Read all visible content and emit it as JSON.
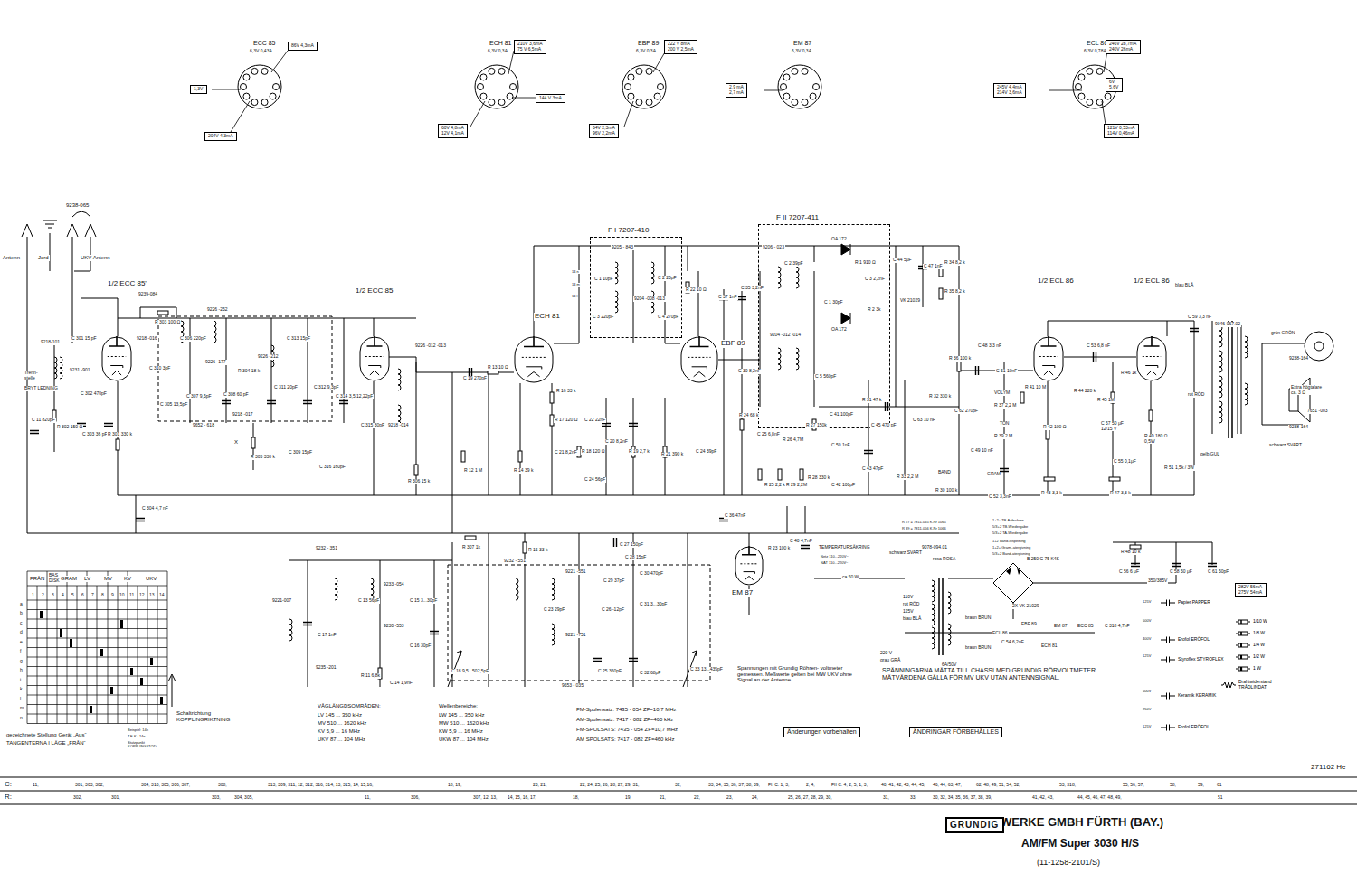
{
  "diagram": {
    "nodes": [
      {
        "text": [
          "F I 7207-410"
        ]
      },
      {
        "text": [
          "F II 7207-411"
        ]
      },
      {
        "text": [
          "1/2 ECC 85'"
        ]
      },
      {
        "text": [
          "1/2 ECC 85"
        ]
      },
      {
        "text": [
          "ECH 81"
        ]
      },
      {
        "text": [
          "EBF 89"
        ]
      },
      {
        "text": [
          "EM 87"
        ]
      },
      {
        "text": [
          "1/2 ECL 86"
        ]
      },
      {
        "text": [
          "1/2 ECL 86"
        ]
      },
      {
        "text": [
          "1,3V"
        ]
      },
      {
        "text": [
          "86V 4,3mA"
        ]
      },
      {
        "text": [
          "204V 4,3mA"
        ]
      },
      {
        "text": [
          "210V 3,6mA",
          "75 V 6,5mA"
        ]
      },
      {
        "text": [
          "144 V 3mA"
        ]
      },
      {
        "text": [
          "60V 4,8mA",
          "12V 4,1mA"
        ]
      },
      {
        "text": [
          "222 V 8mA",
          "200 V 2,5mA"
        ]
      },
      {
        "text": [
          "64V 2,3mA",
          "96V 2,2mA"
        ]
      },
      {
        "text": [
          "2,9 mA",
          "2,7 mA"
        ]
      },
      {
        "text": [
          "246V 28,7mA",
          "240V 26mA"
        ]
      },
      {
        "text": [
          "245V 4,4mA",
          "214V 3,6mA"
        ]
      },
      {
        "text": [
          "6V",
          "5,6V"
        ]
      },
      {
        "text": [
          "121V 0,53mA",
          "114V 0,46mA"
        ]
      },
      {
        "text": [
          "282V 56mA",
          "275V 54mA"
        ]
      },
      {
        "text": [
          "Änderungen vorbehalten"
        ]
      },
      {
        "text": [
          "ÄNDRINGAR FÖRBEHÅLLES"
        ]
      },
      {
        "text": [
          "GRUNDIG"
        ]
      }
    ],
    "labels": [
      "ECC 85",
      "6,3V 0,43A",
      "ECH 81",
      "6,3V 0,3A",
      "EBF 89",
      "6,3V 0,3A",
      "EM 87",
      "6,3V 0,3A",
      "ECL 86",
      "6,3V 0,78A",
      "Antenn",
      "Jord",
      "UKV Antenn",
      "9238-065",
      "Trenn- stelle",
      "BRYT LEDNING",
      "9218-101",
      "9231 -901",
      "C 301 15 pF",
      "C 302 470pF",
      "C 11 820pF",
      "R 302 150 Ω",
      "C 303 36 pF",
      "R 301 330 k",
      "9239-084",
      "R 303 100 Ω",
      "9218 -016",
      "C 306 220pF",
      "9226 -252",
      "C 310 3pF",
      "C 305 13,5pF",
      "C 307 9,5pF",
      "9226 -177",
      "R 304 18 k",
      "9226 -212",
      "C 308 60 pF",
      "9218 -017",
      "C 311 20pF",
      "C 313 15pF",
      "C 312 9,3pF",
      "C 314 3,5 12,22pF",
      "9652 - 618",
      "C 315 30pF",
      "9218 -014",
      "9226 -012 -013",
      "R 305 330 k",
      "C 309 15pF",
      "C 316 160pF",
      "X",
      "R 306 15 k",
      "C 304 4,7 nF",
      "C 19 270pF",
      "R 13 10 Ω",
      "R 12 1 M",
      "R 14 39 k",
      "R 16 33 k",
      "R 17 120 Ω",
      "C 21 8,2nF",
      "C 22 22nF",
      "C 20 8,2nF",
      "R 18 120 Ω",
      "C 24 56pF",
      "R 19 2,7 k",
      "R 21 390 k",
      "C 24 39pF",
      "R 22 10 Ω",
      "C 37 1nF",
      "C 35 3,2nF",
      "9205 - 843",
      "C 1 10pF",
      "C 2 20pF",
      "9204 -008 -013",
      "C 3 220pF",
      "C 4 270pF",
      "14 n",
      "14 m",
      "14 l",
      "9206 - 023",
      "C 2 39pF",
      "OA 172",
      "R 1 910 Ω",
      "C 1 30pF",
      "C 3 2,2nF",
      "OA 172",
      "R 2 3k",
      "9204 -012 -014",
      "C 30 8,2nF",
      "C 5 560pF",
      "C 44 5μF",
      "VK 21029",
      "C 47 1nF",
      "R 34 8,2 k",
      "R 35 8,2 k",
      "C 48 3,3 nF",
      "R 36 100 k",
      "C 51 10nF",
      "VOLYM",
      "R 37 2,2 M",
      "R 32 330 k",
      "C 62 270pF",
      "R 31 47 k",
      "C 45 470 pF",
      "C 63 10 nF",
      "TON",
      "R 39 2 M",
      "C 49 10 nF",
      "R 33 2,2 M",
      "C 43 47pF",
      "R 27 150k",
      "C 41 100pF",
      "R 26 4,7M",
      "R 24 68 k",
      "C 25 6,8nF",
      "C 50 1nF",
      "C 42 100pF",
      "R 28 330 k",
      "R 29 2,2M",
      "R 25 2,2 k",
      "BAND",
      "GRAM",
      "R 30 100 k",
      "C 52 3,3nF",
      "C 36 47nF",
      "R 23 100 k",
      "C 40 4,7nF",
      "R 41 10 M",
      "R 42 100 Ω",
      "C 53 6,8 nF",
      "R 44 220 k",
      "R 45 1M",
      "R 46 1k",
      "C 57 50 μF 12/15 V",
      "R 49 180 Ω 0,5W",
      "C 55 0,1μF",
      "R 43 3,3 k",
      "R 47 3,3 k",
      "R 48 10 k",
      "C 59 3,3 nF",
      "blau BLÅ",
      "9046-067.02",
      "grün GRÖN",
      "9238-164",
      "Extra högtalare ca. 3 Ω",
      "7651 -003",
      "9238-164",
      "schwarz SVART",
      "rot RÖD",
      "gelb GUL",
      "R 51 1,5k / 3W",
      "C 56 6 μF",
      "C 58 50 μF",
      "C 61 50pF",
      "350/385V",
      "TEMPERATURSÄKRING",
      "Netz 110...220V~",
      "NÄT 110...220V~",
      "ca.50 W",
      "schwarz SVART",
      "9078-094.01",
      "rosa ROSA",
      "B 250 C 75 K4S",
      "110V",
      "rot RÖD",
      "125V",
      "blau BLÅ",
      "220 V",
      "grau GRÅ",
      "6A/50V",
      "braun BRUN",
      "braun BRUN",
      "2X7V",
      "2X VK 21029",
      "ECL 86",
      "EBF 89",
      "ECH 81",
      "EM 87",
      "ECC 85",
      "C 54 6,2nF",
      "C 318 4,7nF",
      "R 27 = 7811-065 K.Nr 1065",
      "R 39 = 7811-056 K.Nr 1066",
      "1+2+ TB-Aufnahme",
      "5/3+2 TB-Wiedergabe",
      "5/3+2 TA-Wiedergabe",
      "1+2 Band-inspelning",
      "1+2+ Gram.-återgivning",
      "5/3+2 Band-återgivning",
      "Spannungen mit Grundig Röhren- voltmeter gemessen. Meßwerte gelten bei MW UKV ohne Signal an der Antenne.",
      "SPÄNNINGARNA MÄTTA TILL CHASSI MED GRUNDIG RÖRVOLTMETER. MÄTVÄRDENA GÄLLA FÖR MV UKV UTAN ANTENNSIGNAL.",
      "9232 - 351",
      "9221-007",
      "C 13 56pF",
      "9233 -054",
      "C 15 3...30pF",
      "9230 -553",
      "C 16 30pF",
      "C 17 1nF",
      "9235 -201",
      "R 11 6,8k",
      "C 14 1,9nF",
      "C 18 9,5...502,5pF",
      "R 307 1k",
      "R 15 33 k",
      "9232 - 551",
      "C 23 29pF",
      "9221 -551",
      "C 27 150pF",
      "C 28 15pF",
      "C 29 37pF",
      "C 26 -12pF",
      "9221 -751",
      "C 30 470pF",
      "C 31 3...30pF",
      "C 25 360pF",
      "C 32 68pF",
      "C 33 13...435pF",
      "9653 - 035",
      "VÅGLÄNGDSOMRÅDEN:",
      "LV 145 ... 350 kHz",
      "MV 510 ... 1620 kHz",
      "KV 5,9 ... 16 MHz",
      "UKV 87 ... 104 MHz",
      "Wellenbereiche:",
      "LW 145 ... 350 kHz",
      "MW 510 ... 1620 kHz",
      "KW 5,9 ... 16 MHz",
      "UKW 87 ... 104 MHz",
      "FM-Spulensatz: 7435 - 054 ZF=10,7 MHz",
      "AM-Spulensatz: 7417 - 082 ZF=460 kHz",
      "FM-SPOLSATS: 7435 - 054 ZF=10,7 MHz",
      "AM SPOLSATS: 7417 - 082 ZF=460 kHz",
      "FRÅN",
      "BAS DISK",
      "GRAM",
      "LV",
      "MV",
      "KV",
      "UKV",
      "1",
      "2",
      "3",
      "4",
      "5",
      "6",
      "7",
      "8",
      "9",
      "10",
      "11",
      "12",
      "13",
      "14",
      "a",
      "b",
      "c",
      "d",
      "e",
      "f",
      "g",
      "h",
      "i",
      "k",
      "l",
      "m",
      "n",
      "gezeichnete Stellung Gerät „Aus“",
      "TANGENTERNA I LÄGE „FRÅN“",
      "Schaltrichtung KOPPLINGRIKTNING",
      "Beispiel: 14n",
      "T.E.K.: 14n",
      "Stutzpunkt KOPPLINGSTÖD",
      "271162 He",
      "C:",
      "R:",
      "11,",
      "301, 303, 302,",
      "304, 310, 305, 306, 307,",
      "308,",
      "313, 309, 311, 12, 312, 316, 314, 13, 315, 14, 15,16,",
      "18, 19,",
      "23, 21,",
      "22, 24, 25, 26, 28, 27, 29, 31,",
      "32,",
      "33, 34, 35, 36, 37, 38, 39,",
      "FI: C: 1, 3,",
      "2, 4,",
      "FII C: 4, 2, 5, 1, 3,",
      "40, 41, 42, 43, 44, 45,",
      "46, 44, 63, 47,",
      "62, 48, 49, 51, 54, 52,",
      "53, 318,",
      "55, 56, 57,",
      "58,",
      "59,",
      "61",
      "302,",
      "301,",
      "303,",
      "304, 305,",
      "11,",
      "306,",
      "307, 12, 13,",
      "14, 15, 16, 17,",
      "18,",
      "19,",
      "21,",
      "22,",
      "23,",
      "24,",
      "25, 26, 27, 28, 29, 30,",
      "31,",
      "33,",
      "30, 32, 34, 35, 36, 37, 38, 39,",
      "41, 42, 43,",
      "44, 45, 46, 47, 48, 49,",
      "51",
      "125V",
      "500V",
      "400V",
      "125V",
      "500V",
      "250V",
      "125V",
      "WERKE GMBH FÜRTH (BAY.)",
      "AM/FM Super 3030 H/S",
      "(11-1258-2101/S)"
    ],
    "legend": [
      {
        "text": "Papier PAPPER"
      },
      {
        "text": "Erofol ERÖFOL"
      },
      {
        "text": "Styroflex STYROFLEX"
      },
      {
        "text": "Keramik KERAMIK"
      },
      {
        "text": "Erofol ERÖFOL"
      },
      {
        "text": "1/10 W"
      },
      {
        "text": "1/8 W"
      },
      {
        "text": "1/4 W"
      },
      {
        "text": "1/2 W"
      },
      {
        "text": "1 W"
      },
      {
        "text": "Drahtwiderstand TRÅDLINDAT"
      }
    ]
  }
}
